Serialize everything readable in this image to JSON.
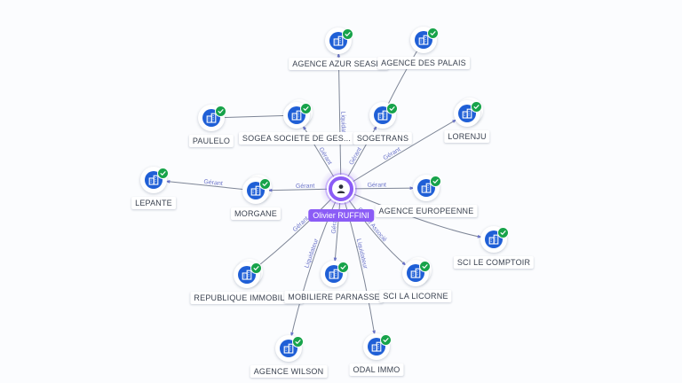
{
  "colors": {
    "company_node": "#1f5fd6",
    "verified_badge": "#17a34a",
    "person_node": "#8b5cf6",
    "edge": "#7d8596",
    "edge_label": "#6b74c9",
    "background": "#fbfcfe"
  },
  "center": {
    "id": "person",
    "label": "Olivier RUFFINI",
    "icon": "person-icon"
  },
  "nodes": [
    {
      "id": "agence-azur-seasid",
      "label": "AGENCE AZUR SEASID",
      "icon": "building-icon",
      "verified": true
    },
    {
      "id": "agence-des-palais",
      "label": "AGENCE DES PALAIS",
      "icon": "building-icon",
      "verified": true
    },
    {
      "id": "paulelo",
      "label": "PAULELO",
      "icon": "building-icon",
      "verified": true
    },
    {
      "id": "sogea",
      "label": "SOGEA SOCIETE DE GES...",
      "icon": "building-icon",
      "verified": true
    },
    {
      "id": "sogetrans",
      "label": "SOGETRANS",
      "icon": "building-icon",
      "verified": true
    },
    {
      "id": "lorenju",
      "label": "LORENJU",
      "icon": "building-icon",
      "verified": true
    },
    {
      "id": "lepante",
      "label": "LEPANTE",
      "icon": "building-icon",
      "verified": true
    },
    {
      "id": "morgane",
      "label": "MORGANE",
      "icon": "building-icon",
      "verified": true
    },
    {
      "id": "agence-europeenne",
      "label": "AGENCE EUROPEENNE",
      "icon": "building-icon",
      "verified": true
    },
    {
      "id": "sci-le-comptoir",
      "label": "SCI LE COMPTOIR",
      "icon": "building-icon",
      "verified": true
    },
    {
      "id": "republique-immobiliere",
      "label": "REPUBLIQUE IMMOBILIE...",
      "icon": "building-icon",
      "verified": true
    },
    {
      "id": "immobiliere-parnasse",
      "label": "MOBILIERE PARNASSE",
      "icon": "building-icon",
      "verified": true
    },
    {
      "id": "sci-la-licorne",
      "label": "SCI LA LICORNE",
      "icon": "building-icon",
      "verified": true
    },
    {
      "id": "agence-wilson",
      "label": "AGENCE WILSON",
      "icon": "building-icon",
      "verified": true
    },
    {
      "id": "odal-immo",
      "label": "ODAL IMMO",
      "icon": "building-icon",
      "verified": true
    }
  ],
  "edges": [
    {
      "from": "person",
      "to": "agence-azur-seasid",
      "label": "Liquidateur"
    },
    {
      "from": "person",
      "to": "sogea",
      "label": "Gérant"
    },
    {
      "from": "person",
      "to": "sogetrans",
      "label": "Gérant"
    },
    {
      "from": "person",
      "to": "lorenju",
      "label": "Gérant"
    },
    {
      "from": "person",
      "to": "morgane",
      "label": "Gérant"
    },
    {
      "from": "morgane",
      "to": "lepante",
      "label": "Gérant"
    },
    {
      "from": "person",
      "to": "agence-europeenne",
      "label": "Gérant"
    },
    {
      "from": "person",
      "to": "sci-le-comptoir",
      "label": "Associé"
    },
    {
      "from": "person",
      "to": "sci-la-licorne",
      "label": "Gérant Associé"
    },
    {
      "from": "person",
      "to": "republique-immobiliere",
      "label": "Gérant"
    },
    {
      "from": "person",
      "to": "immobiliere-parnasse",
      "label": "Gérant"
    },
    {
      "from": "person",
      "to": "agence-wilson",
      "label": "Liquidateur"
    },
    {
      "from": "person",
      "to": "odal-immo",
      "label": "Liquidateur"
    },
    {
      "from": "sogetrans",
      "to": "agence-des-palais",
      "label": ""
    },
    {
      "from": "sogea",
      "to": "paulelo",
      "label": ""
    }
  ]
}
